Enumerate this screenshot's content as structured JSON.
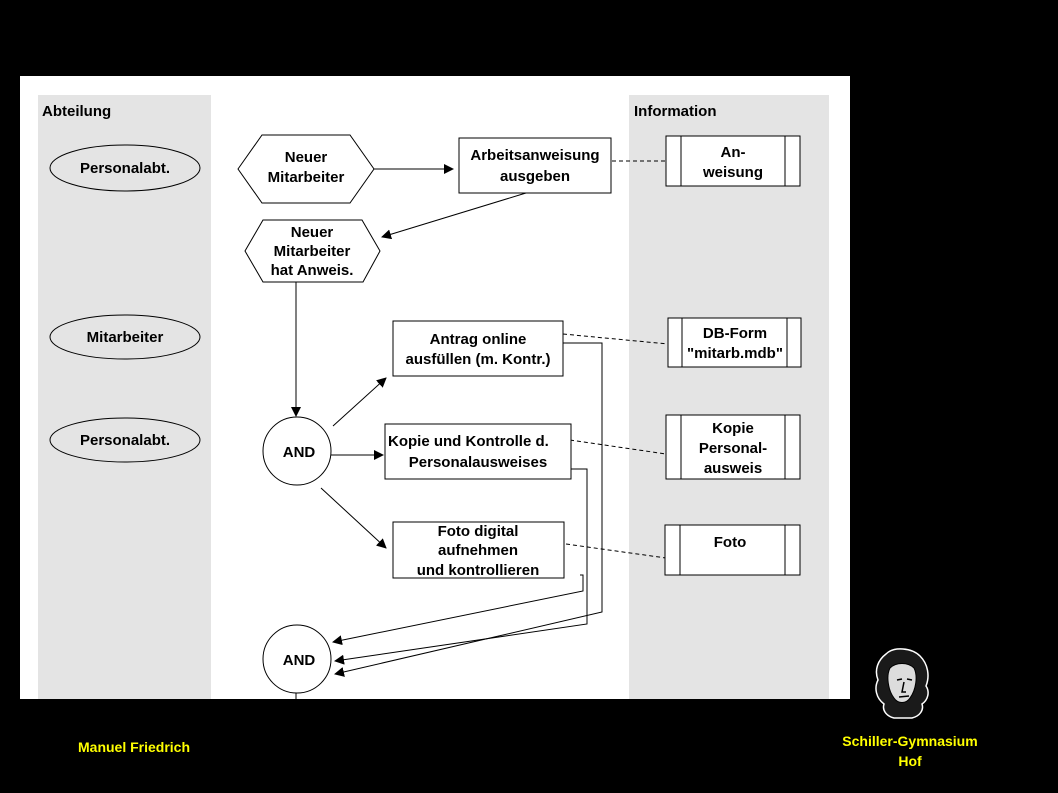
{
  "lanes": {
    "left_header": "Abteilung",
    "right_header": "Information"
  },
  "departments": [
    "Personalabt.",
    "Mitarbeiter",
    "Personalabt."
  ],
  "events": {
    "start": [
      "Neuer",
      "Mitarbeiter"
    ],
    "mid": [
      "Neuer",
      "Mitarbeiter",
      "hat Anweis."
    ]
  },
  "functions": {
    "arbeitsanweisung": [
      "Arbeitsanweisung",
      "ausgeben"
    ],
    "antrag": [
      "Antrag online",
      "ausfüllen (m. Kontr.)"
    ],
    "kopie": [
      "Kopie und Kontrolle d.",
      "Personalausweises"
    ],
    "foto": [
      "Foto digital",
      "aufnehmen",
      "und kontrollieren"
    ]
  },
  "connectors": {
    "and_split": "AND",
    "and_join": "AND"
  },
  "info_objects": {
    "anweisung": [
      "An-",
      "weisung"
    ],
    "db_form": [
      "DB-Form",
      "\"mitarb.mdb\""
    ],
    "kopie_ausweis": [
      "Kopie",
      "Personal-",
      "ausweis"
    ],
    "foto": [
      "Foto"
    ]
  },
  "footer": {
    "author": "Manuel  Friedrich",
    "school_line1": "Schiller-Gymnasium",
    "school_line2": "Hof"
  }
}
